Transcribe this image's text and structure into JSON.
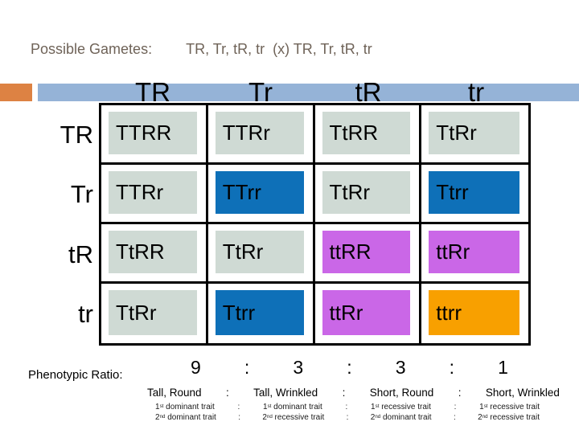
{
  "header": {
    "label": "Possible Gametes:",
    "gametes": "TR, Tr, tR, tr  (x) TR, Tr, tR, tr",
    "text_color": "#6f6358"
  },
  "decor_bar": {
    "orange_color": "#dd8243",
    "blue_color": "#95b3d7"
  },
  "punnett": {
    "col_headers": [
      "TR",
      "Tr",
      "tR",
      "tr"
    ],
    "row_headers": [
      "TR",
      "Tr",
      "tR",
      "tr"
    ],
    "legend_colors": {
      "tall_round": "#cfdad4",
      "tall_wrinkled": "#0e70b8",
      "short_round": "#ca67e7",
      "short_wrinkled": "#f8a000"
    },
    "cells": [
      [
        {
          "text": "TTRR",
          "color": "#cfdad4"
        },
        {
          "text": "TTRr",
          "color": "#cfdad4"
        },
        {
          "text": "TtRR",
          "color": "#cfdad4"
        },
        {
          "text": "TtRr",
          "color": "#cfdad4"
        }
      ],
      [
        {
          "text": "TTRr",
          "color": "#cfdad4"
        },
        {
          "text": "TTrr",
          "color": "#0e70b8"
        },
        {
          "text": "TtRr",
          "color": "#cfdad4"
        },
        {
          "text": "Ttrr",
          "color": "#0e70b8"
        }
      ],
      [
        {
          "text": "TtRR",
          "color": "#cfdad4"
        },
        {
          "text": "TtRr",
          "color": "#cfdad4"
        },
        {
          "text": "ttRR",
          "color": "#ca67e7"
        },
        {
          "text": "ttRr",
          "color": "#ca67e7"
        }
      ],
      [
        {
          "text": "TtRr",
          "color": "#cfdad4"
        },
        {
          "text": "Ttrr",
          "color": "#0e70b8"
        },
        {
          "text": "ttRr",
          "color": "#ca67e7"
        },
        {
          "text": "ttrr",
          "color": "#f8a000"
        }
      ]
    ]
  },
  "ratio": {
    "label": "Phenotypic Ratio:",
    "numbers": [
      "9",
      "3",
      "3",
      "1"
    ],
    "separator": ":",
    "phenotypes": [
      "Tall, Round",
      "Tall, Wrinkled",
      "Short, Round",
      "Short, Wrinkled"
    ],
    "trait_lines": [
      [
        {
          "n": "1",
          "s": "st",
          "t": " dominant trait"
        },
        {
          "n": "1",
          "s": "st",
          "t": " dominant trait"
        },
        {
          "n": "1",
          "s": "st",
          "t": " recessive trait"
        },
        {
          "n": "1",
          "s": "st",
          "t": " recessive trait"
        }
      ],
      [
        {
          "n": "2",
          "s": "nd",
          "t": " dominant trait"
        },
        {
          "n": "2",
          "s": "nd",
          "t": " recessive trait"
        },
        {
          "n": "2",
          "s": "nd",
          "t": " dominant trait"
        },
        {
          "n": "2",
          "s": "nd",
          "t": " recessive trait"
        }
      ]
    ]
  }
}
